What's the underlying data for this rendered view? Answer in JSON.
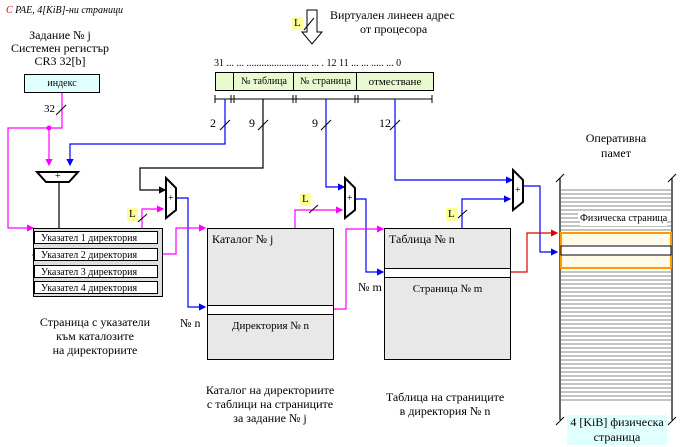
{
  "title": {
    "prefix": "C",
    "text": "PAE, 4[KiB]-ни страници"
  },
  "task": {
    "line1": "Задание  № j",
    "line2": "Системен регистър",
    "line3": "CR3   32[b]"
  },
  "cr3_box": {
    "label": "индекс",
    "width_label": "32"
  },
  "virtual_address": {
    "line1": "Виртуален линеен адрес",
    "line2": "от процесора",
    "L": "L"
  },
  "address_format": {
    "bits_label": "31 ... ... ......................... ... . 12 11  ... ... ..... ... 0",
    "fields": [
      "",
      "№ таблица",
      "№ страница",
      "отместване"
    ],
    "widths": [
      "2",
      "9",
      "9",
      "12"
    ]
  },
  "pdpt": {
    "rows": [
      "Указател 1  директория",
      "Указател 2  директория",
      "Указател 3  директория",
      "Указател 4  директория"
    ],
    "caption": [
      "Страница с указатели",
      "към каталозите",
      "на директориите"
    ],
    "L": "L"
  },
  "directory": {
    "title": "Каталог № j",
    "entry": "Директория № n",
    "index_label": "№ n",
    "caption": [
      "Каталог на директориите",
      "с таблици на страниците",
      "за задание № j"
    ],
    "L": "L"
  },
  "page_table": {
    "title": "Таблица № n",
    "entry": "Страница № m",
    "index_label": "№ m",
    "caption": [
      "Таблица на страниците",
      "в директория № n"
    ],
    "L": "L"
  },
  "memory": {
    "title": [
      "Оперативна",
      "памет"
    ],
    "page_label": "Физическа страница",
    "footer": [
      "4 [KiB]  физическа",
      "страница"
    ]
  },
  "adder_symbol": "+",
  "colors": {
    "magenta": "#ff00ff",
    "blue": "#0000ff",
    "red": "#e00000",
    "orange": "#ff9900",
    "highlight": "#ffff99"
  }
}
